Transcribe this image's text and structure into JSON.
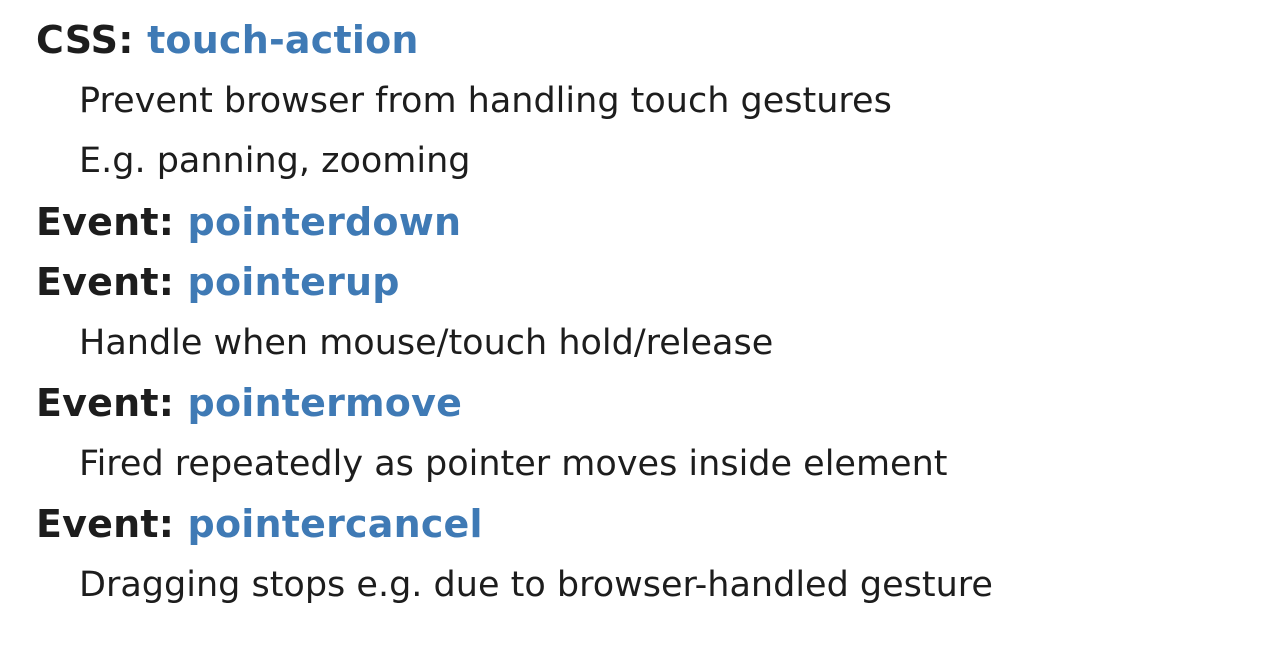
{
  "items": [
    {
      "kind": "head",
      "prefix": "CSS: ",
      "name": "touch-action"
    },
    {
      "kind": "desc",
      "text": "Prevent browser from handling touch gestures"
    },
    {
      "kind": "desc",
      "text": "E.g. panning, zooming"
    },
    {
      "kind": "head",
      "prefix": "Event: ",
      "name": "pointerdown"
    },
    {
      "kind": "head",
      "prefix": "Event: ",
      "name": "pointerup"
    },
    {
      "kind": "desc",
      "text": "Handle when mouse/touch hold/release"
    },
    {
      "kind": "head",
      "prefix": "Event: ",
      "name": "pointermove"
    },
    {
      "kind": "desc",
      "text": "Fired repeatedly as pointer moves inside element"
    },
    {
      "kind": "head",
      "prefix": "Event: ",
      "name": "pointercancel"
    },
    {
      "kind": "desc",
      "text": "Dragging stops e.g. due to browser-handled gesture"
    }
  ],
  "colors": {
    "text": "#1d1d1d",
    "accent": "#3f7ab5"
  }
}
